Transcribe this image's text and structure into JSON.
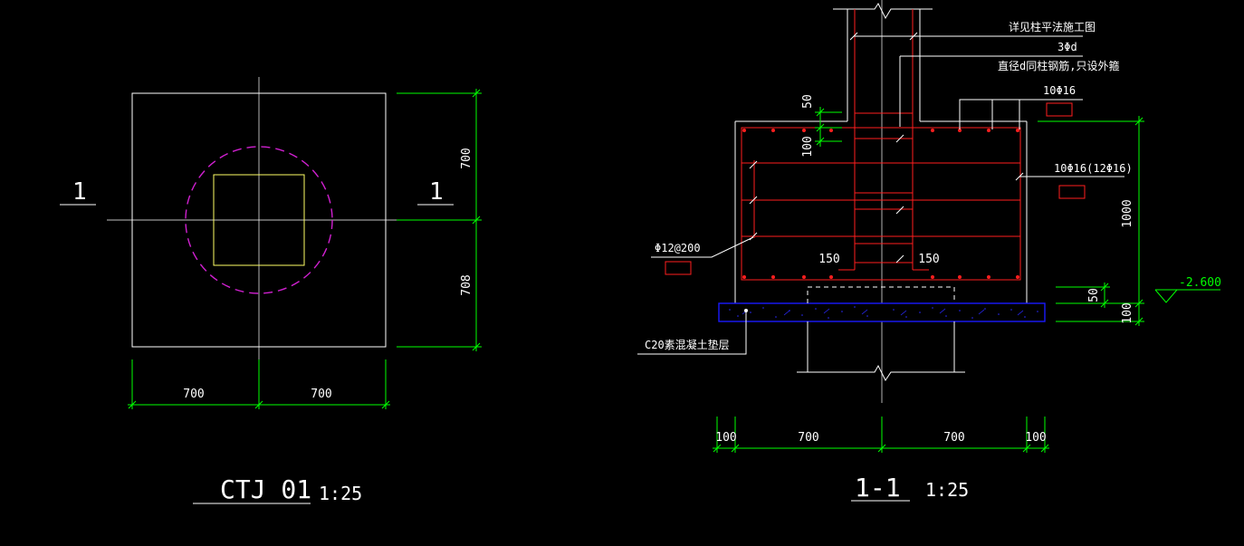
{
  "colors": {
    "background": "#000000",
    "outline": "#ffffff",
    "dimension": "#00ff00",
    "rebar": "#ff1e1e",
    "pile_circle": "#d020d0",
    "cushion": "#1a1aff"
  },
  "plan": {
    "section_mark_left": "1",
    "section_mark_right": "1",
    "dim_right_top": "700",
    "dim_right_bottom": "708",
    "dim_bottom_left": "700",
    "dim_bottom_right": "700",
    "title": "CTJ 01",
    "scale": "1:25"
  },
  "section": {
    "note_column_detail": "详见柱平法施工图",
    "note_3d": "3Φd",
    "note_column_bar": "直径d同柱钢筋,只设外箍",
    "note_top_bars": "10Φ16",
    "note_side_bars": "10Φ16(12Φ16)",
    "note_stirrup": "Φ12@200",
    "note_cushion": "C20素混凝土垫层",
    "dim_50_top": "50",
    "dim_100_left": "100",
    "dim_150_left": "150",
    "dim_150_right": "150",
    "dim_height": "1000",
    "dim_50_right": "50",
    "dim_100_right": "100",
    "elevation": "-2.600",
    "dim_bottom": [
      "100",
      "700",
      "700",
      "100"
    ],
    "title": "1-1",
    "scale": "1:25"
  }
}
